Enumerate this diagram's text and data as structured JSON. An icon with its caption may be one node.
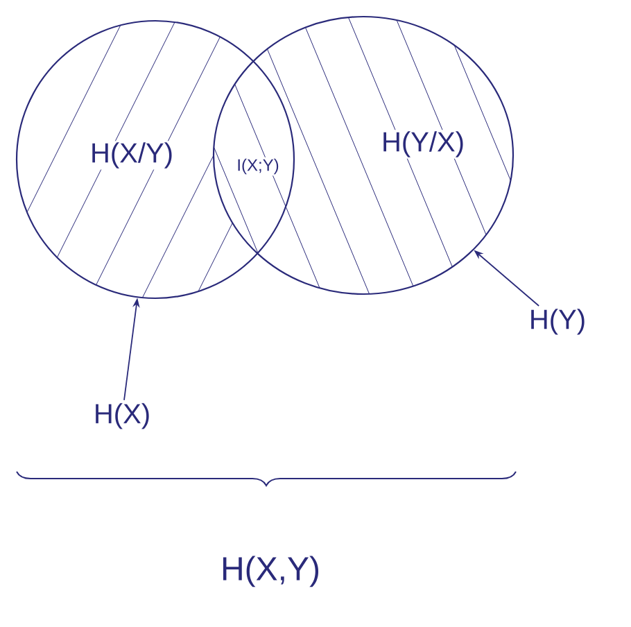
{
  "diagram": {
    "nodes": [
      {
        "text": [],
        "shape": "circle"
      },
      {
        "text": [],
        "shape": "circle"
      },
      {
        "text": [
          "H(X)"
        ]
      },
      {
        "text": [
          "H(Y)"
        ]
      }
    ],
    "edges": [
      {
        "from": 2,
        "to": 0,
        "arrow": "to"
      },
      {
        "from": 3,
        "to": 1,
        "arrow": "to"
      }
    ],
    "labels": [
      "H(X/Y)",
      "I(X;Y)",
      "H(Y/X)",
      "H(X,Y)"
    ]
  }
}
